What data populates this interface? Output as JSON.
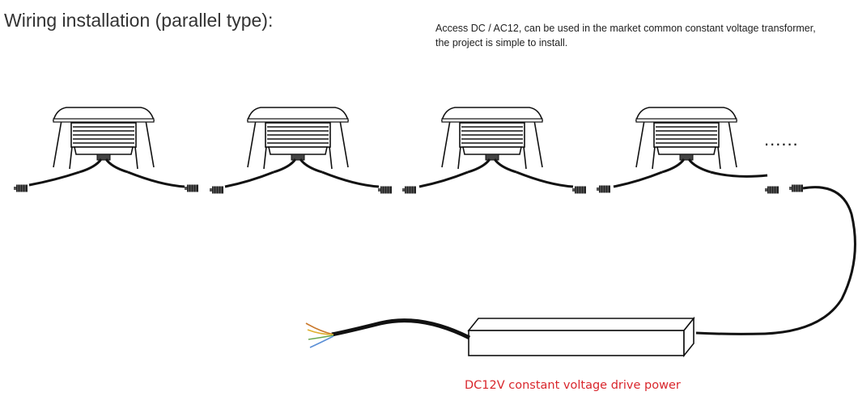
{
  "title": "Wiring installation (parallel type):",
  "note": {
    "line1": "Access DC / AC12, can be used in the market common constant voltage transformer,",
    "line2": "the project is simple to install."
  },
  "ellipsis": "......",
  "caption": "DC12V constant voltage drive power",
  "colors": {
    "caption": "#d9262c",
    "wire_brown": "#c9782c",
    "wire_blue": "#5a8fd6",
    "wire_green": "#6aa84f",
    "wire_yellow": "#e0b030"
  },
  "lights": [
    {
      "name": "light-1"
    },
    {
      "name": "light-2"
    },
    {
      "name": "light-3"
    },
    {
      "name": "light-4"
    }
  ],
  "icons": {
    "fixture": "underground-light-icon",
    "connector": "waterproof-connector-icon",
    "driver": "power-supply-box-icon"
  }
}
